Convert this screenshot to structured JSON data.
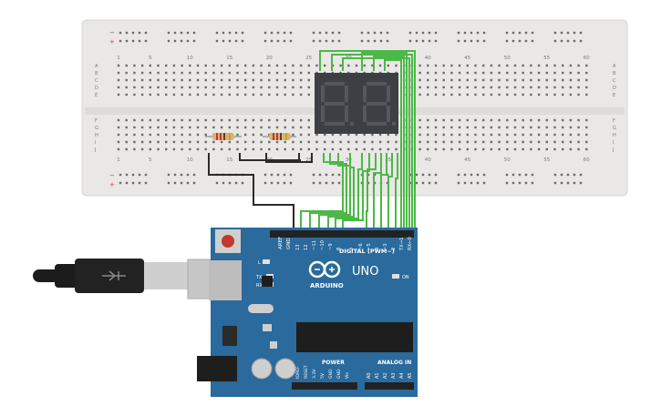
{
  "breadboard": {
    "column_numbers": [
      "1",
      "5",
      "10",
      "15",
      "20",
      "25",
      "30",
      "35",
      "40",
      "45",
      "50",
      "55",
      "60"
    ],
    "row_letters_top": [
      "A",
      "B",
      "C",
      "D",
      "E"
    ],
    "row_letters_bottom": [
      "F",
      "G",
      "H",
      "I",
      "J"
    ],
    "rail_minus": "−",
    "rail_plus": "+"
  },
  "display": {
    "digit_left": "8.",
    "digit_right": "8."
  },
  "arduino": {
    "brand": "ARDUINO",
    "model": "UNO",
    "digital_header": "DIGITAL (PWM~)",
    "power_header": "POWER",
    "analog_header": "ANALOG IN",
    "aref": "AREF",
    "gnd": "GND",
    "digital_pins": [
      "13",
      "12",
      "~11",
      "~10",
      "~9",
      "8",
      "7",
      "~6",
      "~5",
      "4",
      "~3",
      "2",
      "TX→1",
      "RX←0"
    ],
    "power_pins": [
      "IOREF",
      "RESET",
      "3.3V",
      "5V",
      "GND",
      "GND",
      "Vin"
    ],
    "analog_pins": [
      "A0",
      "A1",
      "A2",
      "A3",
      "A4",
      "A5"
    ],
    "led_l": "L",
    "led_tx": "TX",
    "led_rx": "RX",
    "led_on": "ON"
  },
  "colors": {
    "wire_green": "#4cb848",
    "wire_black": "#2a2a2a",
    "board_blue": "#2a6a9c",
    "breadboard": "#eae8e6"
  }
}
